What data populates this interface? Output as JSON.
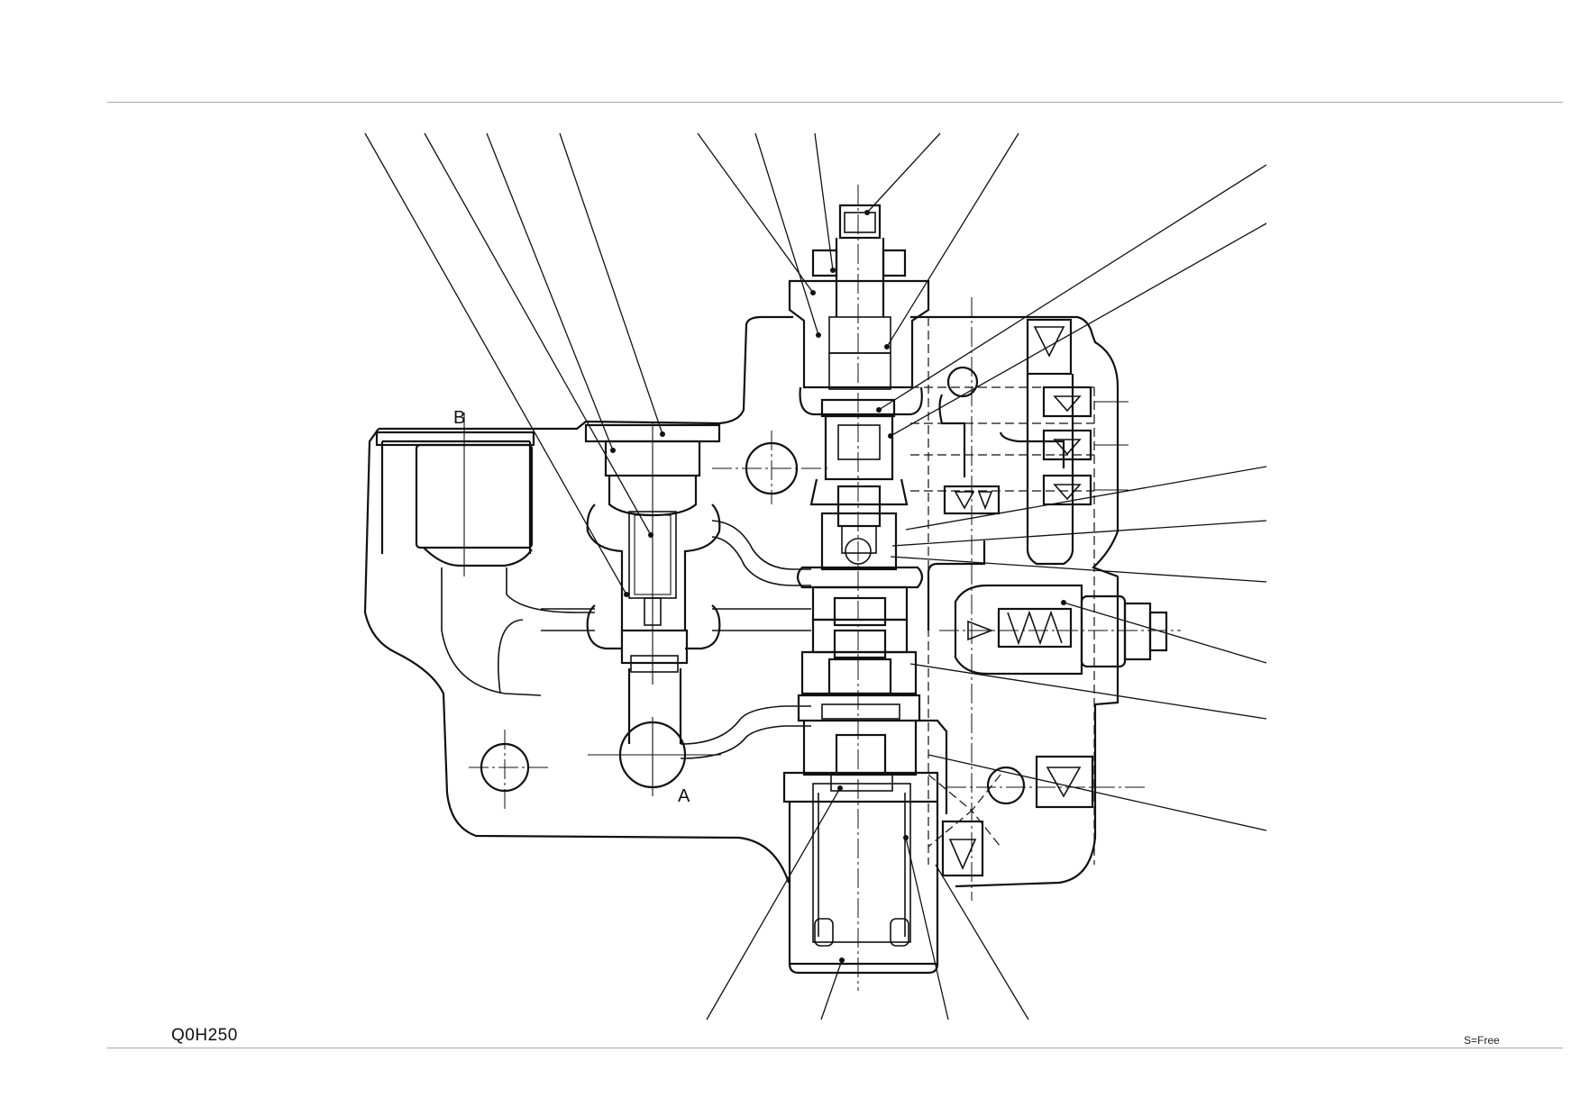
{
  "drawing": {
    "code": "Q0H250",
    "scale": "S=Free",
    "port_labels": [
      "B",
      "A"
    ]
  }
}
